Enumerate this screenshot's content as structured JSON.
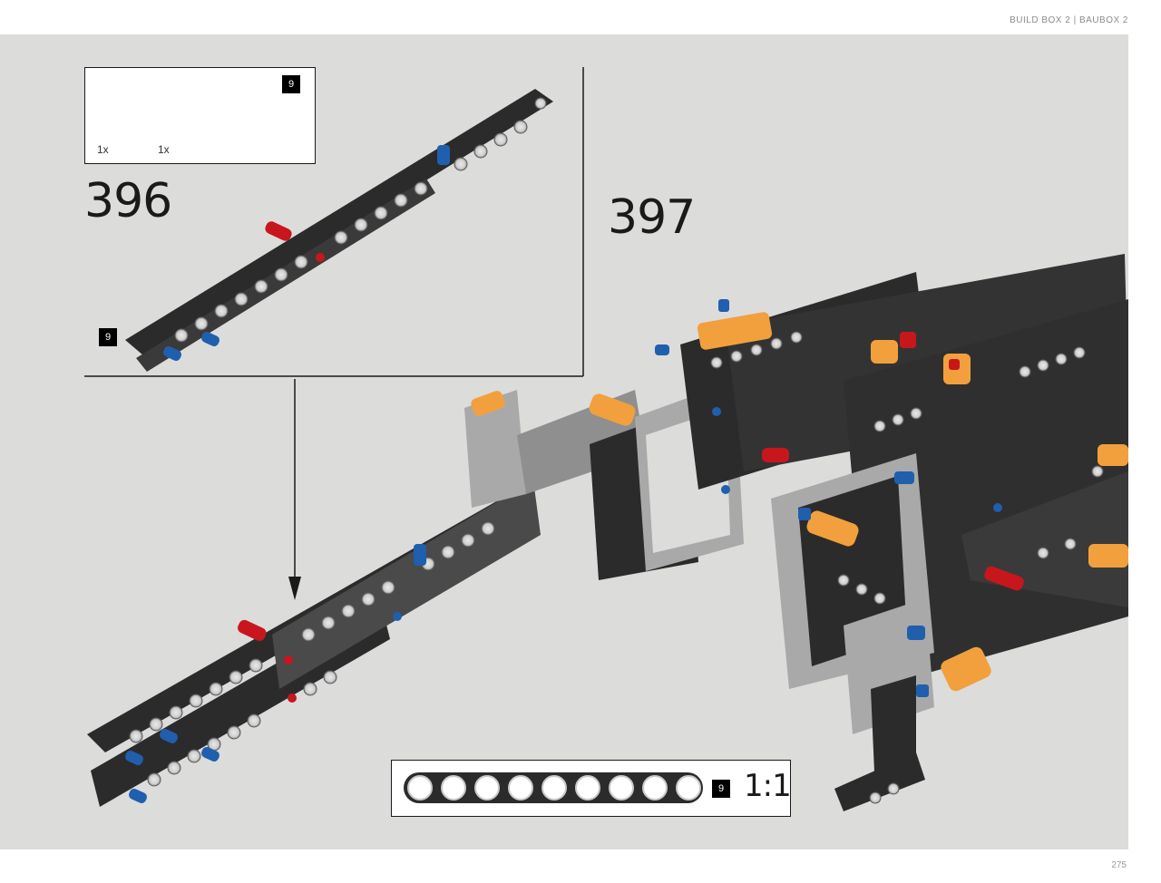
{
  "header": {
    "text": "BUILD BOX 2 | BAUBOX 2"
  },
  "steps": {
    "first": "396",
    "second": "397"
  },
  "callout": {
    "part_pin_qty": "1x",
    "part_beam_qty": "1x",
    "beam_length": "9"
  },
  "assembly_badge": "9",
  "scale_box": {
    "length": "9",
    "scale": "1:1"
  },
  "page_number": "275",
  "colors": {
    "beam": "#2e2e2e",
    "light_gray": "#a9a9a9",
    "red_pin": "#c8161d",
    "blue_pin": "#1f5fae",
    "orange": "#f2a03d",
    "background": "#dcdcdb"
  }
}
